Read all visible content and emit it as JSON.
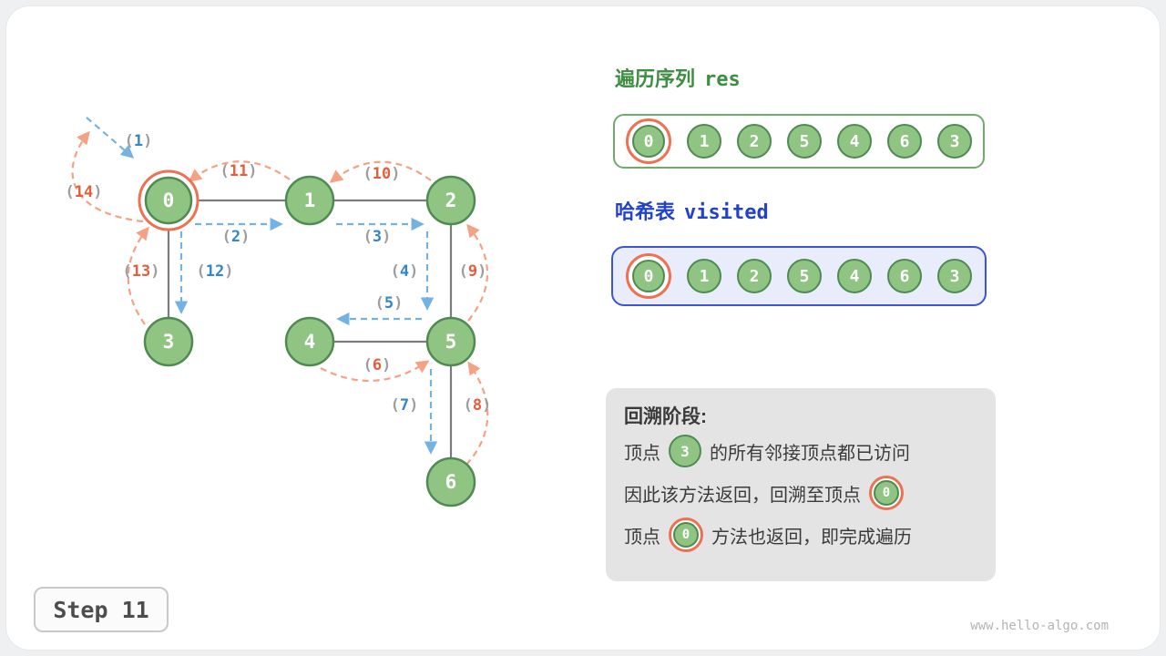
{
  "chars": {
    "paren_open": "(",
    "paren_close": ")"
  },
  "graph": {
    "node_labels": [
      "0",
      "1",
      "2",
      "3",
      "4",
      "5",
      "6"
    ],
    "steps": [
      {
        "num": "1",
        "type": "visit"
      },
      {
        "num": "2",
        "type": "visit"
      },
      {
        "num": "3",
        "type": "visit"
      },
      {
        "num": "4",
        "type": "visit"
      },
      {
        "num": "5",
        "type": "visit"
      },
      {
        "num": "6",
        "type": "backtrack"
      },
      {
        "num": "7",
        "type": "visit"
      },
      {
        "num": "8",
        "type": "backtrack"
      },
      {
        "num": "9",
        "type": "backtrack"
      },
      {
        "num": "10",
        "type": "backtrack"
      },
      {
        "num": "11",
        "type": "backtrack"
      },
      {
        "num": "12",
        "type": "visit"
      },
      {
        "num": "13",
        "type": "backtrack"
      },
      {
        "num": "14",
        "type": "backtrack"
      }
    ],
    "highlighted_node": "0"
  },
  "res_panel": {
    "title_zh": "遍历序列",
    "title_code": "res",
    "values": [
      "0",
      "1",
      "2",
      "5",
      "4",
      "6",
      "3"
    ],
    "highlighted_index": 0
  },
  "visited_panel": {
    "title_zh": "哈希表",
    "title_code": "visited",
    "values": [
      "0",
      "1",
      "2",
      "5",
      "4",
      "6",
      "3"
    ],
    "highlighted_index": 0
  },
  "note": {
    "heading": "回溯阶段:",
    "line1_pre": "顶点",
    "line1_node": "3",
    "line1_post": "的所有邻接顶点都已访问",
    "line2_pre": "因此该方法返回，回溯至顶点",
    "line2_node": "0",
    "line3_pre": "顶点",
    "line3_node": "0",
    "line3_post": "方法也返回，即完成遍历"
  },
  "step_label": "Step 11",
  "watermark": "www.hello-algo.com",
  "colors": {
    "node_fill": "#8fc483",
    "node_border": "#4f8a53",
    "highlight_ring": "#ed7153",
    "visit_arrow": "#74b2e4",
    "backtrack_arrow": "#f4a184",
    "visit_number": "#3186ce",
    "backtrack_number": "#e25f3c",
    "res_title": "#3e8e41",
    "res_box_border": "#6fac6b",
    "visited_title": "#2243c8",
    "visited_box_border": "#3c55d2",
    "visited_box_bg": "#e9edfb",
    "note_bg": "#e4e4e4"
  }
}
